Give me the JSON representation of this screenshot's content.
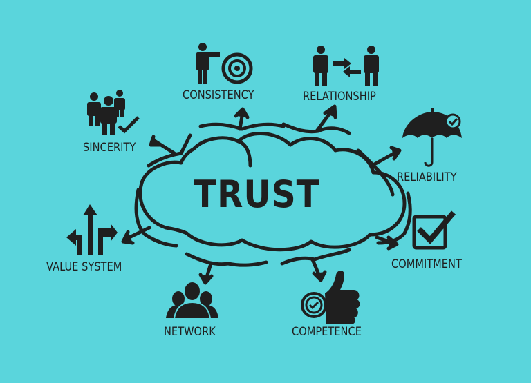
{
  "diagram": {
    "center": "TRUST",
    "background_color": "#5ad5dc",
    "ink_color": "#1f1f1f",
    "nodes": [
      {
        "label": "CONSISTENCY",
        "icon": "person-target-icon"
      },
      {
        "label": "RELATIONSHIP",
        "icon": "people-exchange-icon"
      },
      {
        "label": "SINCERITY",
        "icon": "group-check-icon"
      },
      {
        "label": "RELIABILITY",
        "icon": "umbrella-check-icon"
      },
      {
        "label": "VALUE SYSTEM",
        "icon": "direction-arrows-icon"
      },
      {
        "label": "COMMITMENT",
        "icon": "checkbox-icon"
      },
      {
        "label": "NETWORK",
        "icon": "people-group-icon"
      },
      {
        "label": "COMPETENCE",
        "icon": "thumbs-up-check-icon"
      }
    ]
  }
}
